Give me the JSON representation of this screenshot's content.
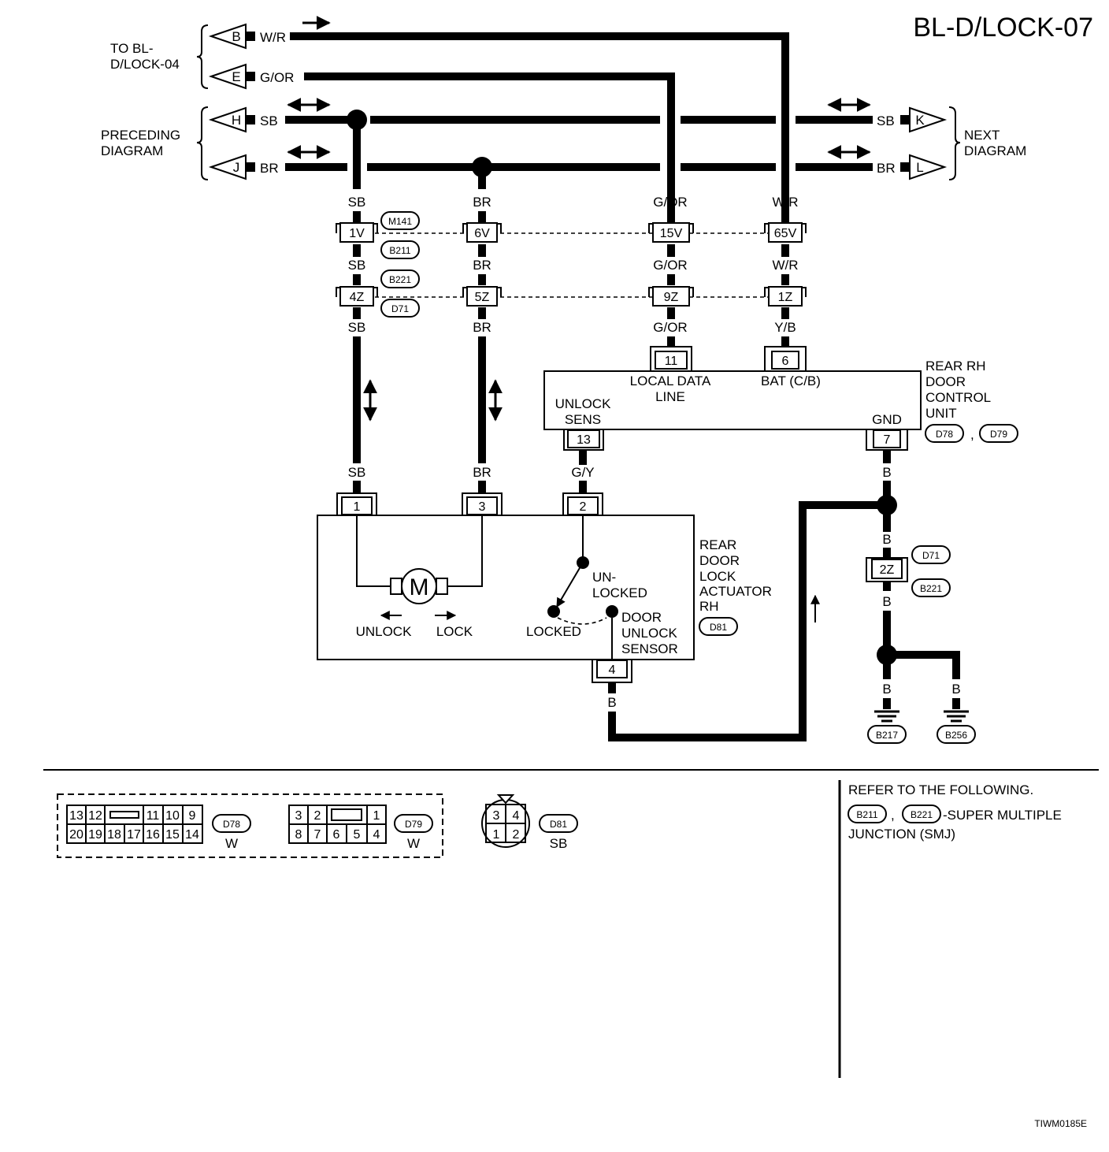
{
  "title": "BL-D/LOCK-07",
  "footer_code": "TIWM0185E",
  "left_groups": {
    "to_page": [
      "TO BL-",
      "D/LOCK-04"
    ],
    "preceding": [
      "PRECEDING",
      "DIAGRAM"
    ]
  },
  "right_group": [
    "NEXT",
    "DIAGRAM"
  ],
  "connectors_left": [
    {
      "letter": "B",
      "color": "W/R"
    },
    {
      "letter": "E",
      "color": "G/OR"
    },
    {
      "letter": "H",
      "color": "SB"
    },
    {
      "letter": "J",
      "color": "BR"
    }
  ],
  "connectors_right": [
    {
      "letter": "K",
      "color": "SB"
    },
    {
      "letter": "L",
      "color": "BR"
    }
  ],
  "wire_colors": {
    "sb": "SB",
    "br": "BR",
    "gor": "G/OR",
    "wr": "W/R",
    "yb": "Y/B",
    "gy": "G/Y",
    "b": "B"
  },
  "smj1": {
    "pins": [
      "1V",
      "6V",
      "15V",
      "65V"
    ],
    "codes": [
      "M141",
      "B211"
    ]
  },
  "smj2": {
    "pins": [
      "4Z",
      "5Z",
      "9Z",
      "1Z"
    ],
    "codes": [
      "B221",
      "D71"
    ]
  },
  "control_unit": {
    "name_lines": [
      "REAR RH",
      "DOOR",
      "CONTROL",
      "UNIT"
    ],
    "codes": [
      "D78",
      "D79"
    ],
    "sep": ",",
    "pins": {
      "local": "11",
      "bat": "6",
      "unlock": "13",
      "gnd": "7"
    },
    "local_lines": [
      "LOCAL DATA",
      "LINE"
    ],
    "bat_label": "BAT (C/B)",
    "unlock_lines": [
      "UNLOCK",
      "SENS"
    ],
    "gnd_label": "GND"
  },
  "actuator": {
    "name_lines": [
      "REAR",
      "DOOR",
      "LOCK",
      "ACTUATOR",
      "RH"
    ],
    "code": "D81",
    "pins": [
      "1",
      "3",
      "2",
      "4"
    ],
    "motor": "M",
    "unlock": "UNLOCK",
    "lock": "LOCK",
    "unlocked_lines": [
      "UN-",
      "LOCKED"
    ],
    "locked": "LOCKED",
    "sensor_lines": [
      "DOOR",
      "UNLOCK",
      "SENSOR"
    ]
  },
  "ground_junction": {
    "pin": "2Z",
    "codes": [
      "D71",
      "B221"
    ]
  },
  "grounds": [
    "B217",
    "B256"
  ],
  "connector_faces": {
    "d78": {
      "code": "D78",
      "color": "W",
      "row1": [
        "13",
        "12",
        "",
        "11",
        "10",
        "9"
      ],
      "row2": [
        "20",
        "19",
        "18",
        "17",
        "16",
        "15",
        "14"
      ]
    },
    "d79": {
      "code": "D79",
      "color": "W",
      "row1": [
        "3",
        "2",
        "",
        "1"
      ],
      "row2": [
        "8",
        "7",
        "6",
        "5",
        "4"
      ]
    },
    "d81": {
      "code": "D81",
      "color": "SB",
      "top": [
        "3",
        "4"
      ],
      "bottom": [
        "1",
        "2"
      ]
    }
  },
  "refer": {
    "heading": "REFER TO THE FOLLOWING.",
    "codes": [
      "B211",
      "B221"
    ],
    "sep": ",",
    "text1": "-SUPER MULTIPLE",
    "text2": "JUNCTION (SMJ)"
  }
}
